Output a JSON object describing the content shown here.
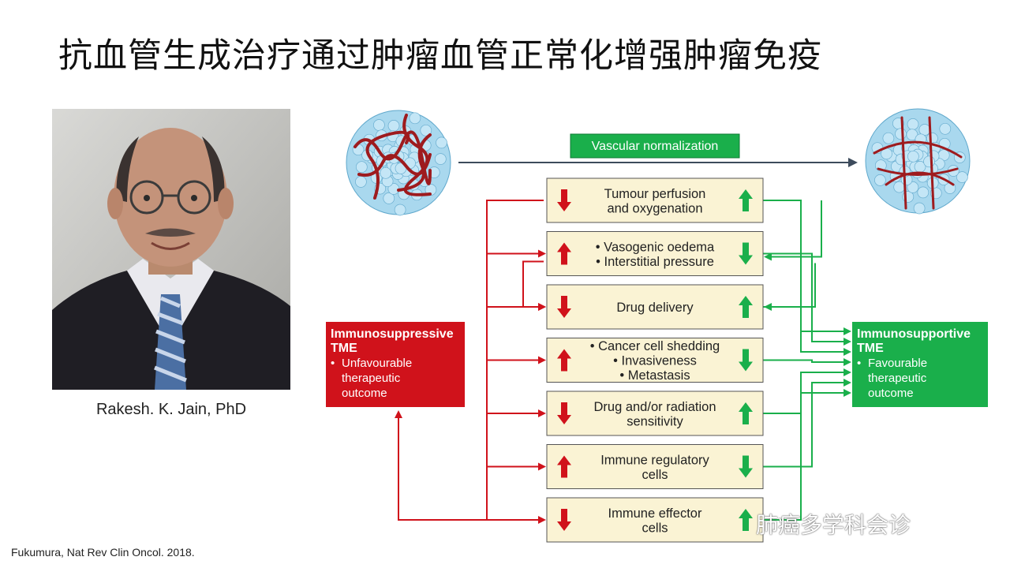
{
  "title": "抗血管生成治疗通过肿瘤血管正常化增强肿瘤免疫",
  "photo_caption": "Rakesh. K. Jain, PhD",
  "footer_citation": "Fukumura, Nat Rev Clin Oncol. 2018.",
  "watermark": "肺癌多学科会诊",
  "diagram": {
    "top_label": "Vascular normalization",
    "left_box": {
      "title_line1": "Immunosuppressive",
      "title_line2": "TME",
      "bullet": "•",
      "line1": "Unfavourable",
      "line2": "therapeutic",
      "line3": "outcome"
    },
    "right_box": {
      "title_line1": "Immunosupportive",
      "title_line2": "TME",
      "bullet": "•",
      "line1": "Favourable",
      "line2": "therapeutic",
      "line3": "outcome"
    },
    "factors": [
      {
        "lines": [
          "Tumour perfusion",
          "and oxygenation"
        ],
        "before": "down",
        "after": "up"
      },
      {
        "lines": [
          "• Vasogenic oedema",
          "• Interstitial pressure"
        ],
        "before": "up",
        "after": "down"
      },
      {
        "lines": [
          "Drug delivery"
        ],
        "before": "down",
        "after": "up"
      },
      {
        "lines": [
          "• Cancer cell shedding",
          "• Invasiveness",
          "• Metastasis"
        ],
        "before": "up",
        "after": "down"
      },
      {
        "lines": [
          "Drug and/or radiation",
          "sensitivity"
        ],
        "before": "down",
        "after": "up"
      },
      {
        "lines": [
          "Immune regulatory",
          "cells"
        ],
        "before": "up",
        "after": "down"
      },
      {
        "lines": [
          "Immune effector",
          "cells"
        ],
        "before": "down",
        "after": "up"
      }
    ],
    "colors": {
      "red": "#d0121b",
      "green": "#1aaf4b",
      "box_fill": "#faf3d4",
      "tumor_blue": "#a9d8ee",
      "vessel_red": "#9e1b1e"
    }
  }
}
